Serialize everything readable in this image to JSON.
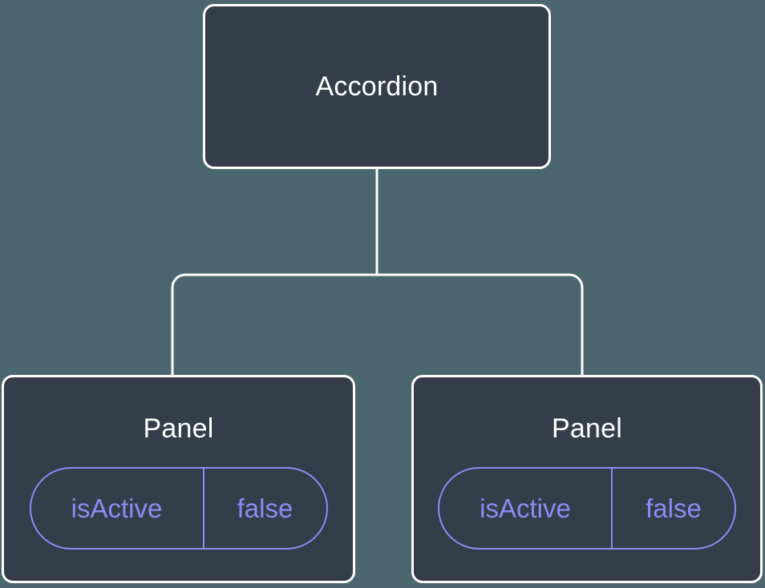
{
  "canvas": {
    "background_color": "#4c666f",
    "node_fill_color": "#353d4b",
    "node_border_color": "#ffffff",
    "edge_color": "#ffffff",
    "prop_accent_color": "#8b8cf0",
    "title_color": "#ffffff"
  },
  "tree": {
    "root": {
      "title": "Accordion"
    },
    "children": [
      {
        "title": "Panel",
        "props": [
          {
            "key": "isActive",
            "value": "false"
          }
        ]
      },
      {
        "title": "Panel",
        "props": [
          {
            "key": "isActive",
            "value": "false"
          }
        ]
      }
    ]
  }
}
